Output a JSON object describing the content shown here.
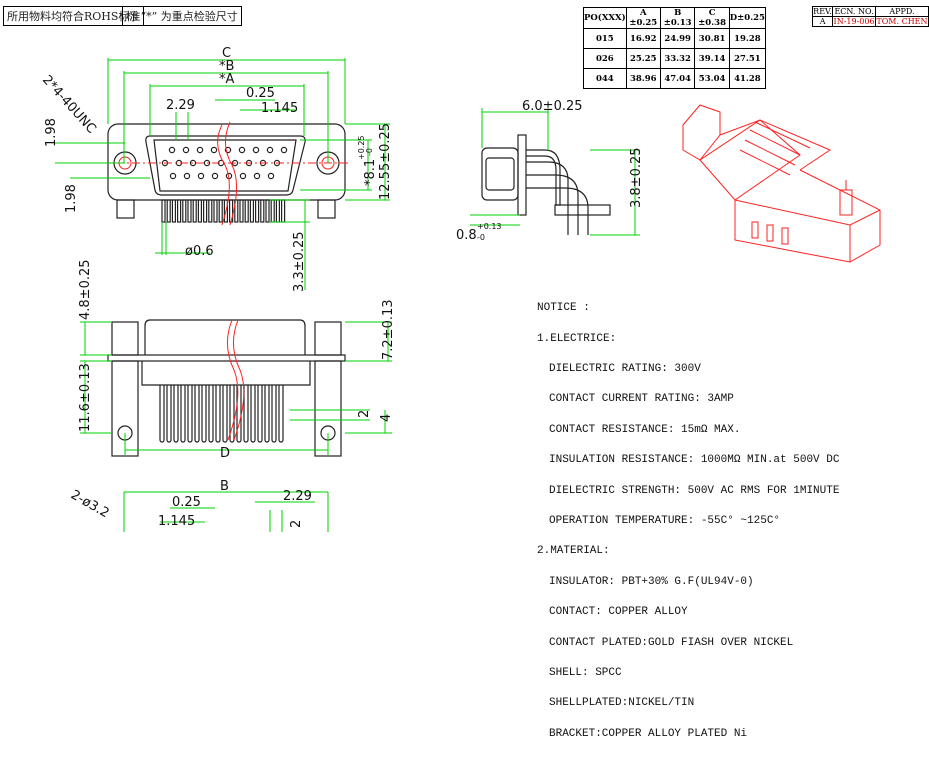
{
  "notes": {
    "rohs": "所用物料均符合ROHS标准",
    "key_dims": "标 “*” 为重点检验尺寸"
  },
  "po_table": {
    "headers": [
      "PO(XXX)",
      "A ±0.25",
      "B ±0.13",
      "C ±0.38",
      "D±0.25"
    ],
    "rows": [
      [
        "015",
        "16.92",
        "24.99",
        "30.81",
        "19.28"
      ],
      [
        "026",
        "25.25",
        "33.32",
        "39.14",
        "27.51"
      ],
      [
        "044",
        "38.96",
        "47.04",
        "53.04",
        "41.28"
      ]
    ]
  },
  "rev_table": {
    "headers": [
      "REV.",
      "ECN. NO.",
      "APPD."
    ],
    "row": [
      "A",
      "IN-19-006",
      "TOM. CHEN"
    ]
  },
  "front_view": {
    "c": "C",
    "b": "*B",
    "a": "*A",
    "pitch_half": "0.25",
    "pitch": "2.29",
    "offset": "1.145",
    "thread": "2*4-40UNC",
    "v1": "1.98",
    "v2": "1.98",
    "height_inner": "*8.1",
    "height_inner_tol_plus": "+0.25",
    "height_inner_tol_minus": "-0",
    "height": "12.55±0.25",
    "pin_dia": "ø0.6",
    "pin_len": "3.3±0.25"
  },
  "side_view": {
    "depth": "6.0±0.25",
    "pin_height": "3.8±0.25",
    "board": "0.8",
    "board_tol_plus": "+0.13",
    "board_tol_minus": "-0"
  },
  "rear_view": {
    "top": "4.8±0.25",
    "height": "11.6±0.13",
    "right": "7.2±0.13",
    "d2": "2",
    "d4": "4",
    "d": "D"
  },
  "bottom_view": {
    "b": "B",
    "half": "0.25",
    "pitch": "2.29",
    "offset": "1.145",
    "holes": "2-ø3.2",
    "d2": "2"
  },
  "notice": {
    "title": "NOTICE :",
    "section1": "1.ELECTRICE:",
    "electric": [
      "DIELECTRIC RATING: 300V",
      "CONTACT CURRENT RATING: 3AMP",
      "CONTACT RESISTANCE: 15mΩ MAX.",
      "INSULATION RESISTANCE: 1000MΩ MIN.at 500V DC",
      "DIELECTRIC STRENGTH: 500V AC RMS FOR 1MINUTE",
      "OPERATION TEMPERATURE: -55C° ~125C°"
    ],
    "section2": "2.MATERIAL:",
    "material": [
      "INSULATOR: PBT+30% G.F(UL94V-0)",
      "CONTACT: COPPER ALLOY",
      "CONTACT PLATED:GOLD FIASH OVER NICKEL",
      "SHELL: SPCC",
      "SHELLPLATED:NICKEL/TIN",
      "BRACKET:COPPER ALLOY PLATED Ni"
    ]
  },
  "colors": {
    "dimension": "#00d000",
    "centerline": "#ff2020",
    "outline": "#222222"
  }
}
